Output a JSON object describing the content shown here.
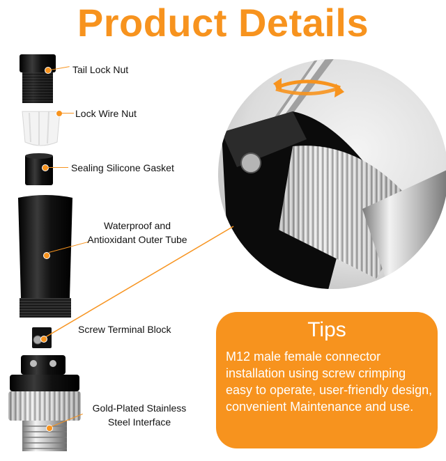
{
  "title": "Product Details",
  "parts": [
    {
      "label": "Tail Lock Nut",
      "icon": "tail-lock-nut"
    },
    {
      "label": "Lock Wire Nut",
      "icon": "lock-wire-nut"
    },
    {
      "label": "Sealing Silicone Gasket",
      "icon": "sealing-gasket"
    },
    {
      "label_line1": "Waterproof and",
      "label_line2": "Antioxidant Outer Tube",
      "icon": "outer-tube"
    },
    {
      "label": "Screw Terminal Block",
      "icon": "terminal-block"
    },
    {
      "label_line1": "Gold-Plated Stainless",
      "label_line2": "Steel Interface",
      "icon": "steel-interface"
    }
  ],
  "tips": {
    "title": "Tips",
    "body": "M12 male female connector installation using screw crimping easy to operate, user-friendly design, convenient Maintenance and use."
  },
  "colors": {
    "accent": "#f7931e",
    "part_black": "#111111",
    "metal": "#c8c8c8"
  }
}
